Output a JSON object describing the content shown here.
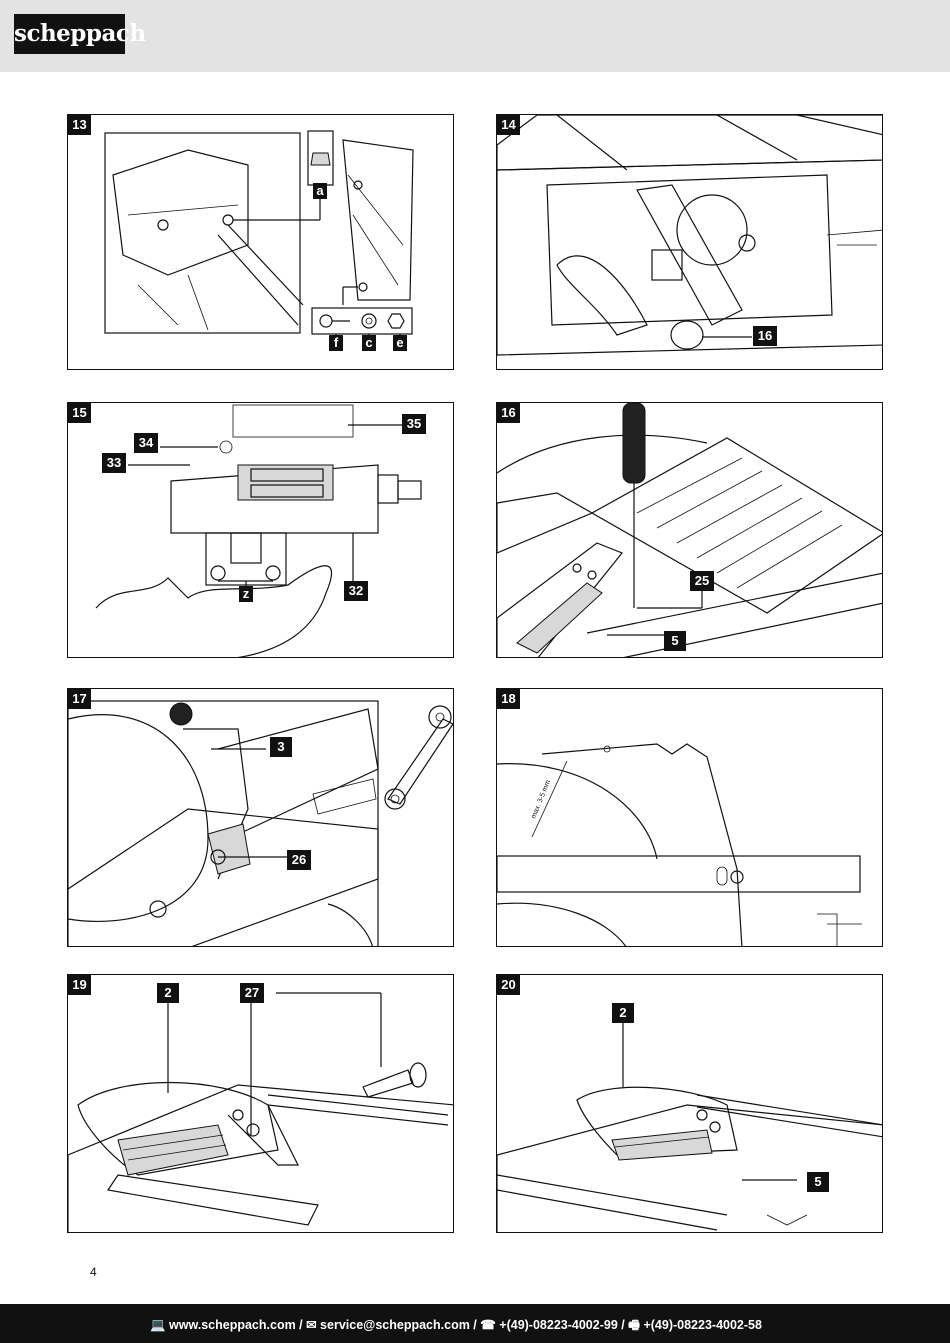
{
  "header": {
    "brand": "scheppach"
  },
  "figures": [
    {
      "number": "13",
      "callouts": [
        "a",
        "f",
        "c",
        "e"
      ]
    },
    {
      "number": "14",
      "callouts": [
        "16"
      ]
    },
    {
      "number": "15",
      "callouts": [
        "34",
        "33",
        "35",
        "z",
        "32"
      ]
    },
    {
      "number": "16",
      "callouts": [
        "25",
        "5"
      ]
    },
    {
      "number": "17",
      "callouts": [
        "3",
        "26"
      ]
    },
    {
      "number": "18",
      "callouts": [],
      "annotation": "max. 3-5 mm"
    },
    {
      "number": "19",
      "callouts": [
        "2",
        "27"
      ]
    },
    {
      "number": "20",
      "callouts": [
        "2",
        "5"
      ]
    }
  ],
  "page_number": "4",
  "footer": {
    "contact": "💻 www.scheppach.com / ✉ service@scheppach.com / ☎ +(49)-08223-4002-99 / 🖷 +(49)-08223-4002-58"
  }
}
